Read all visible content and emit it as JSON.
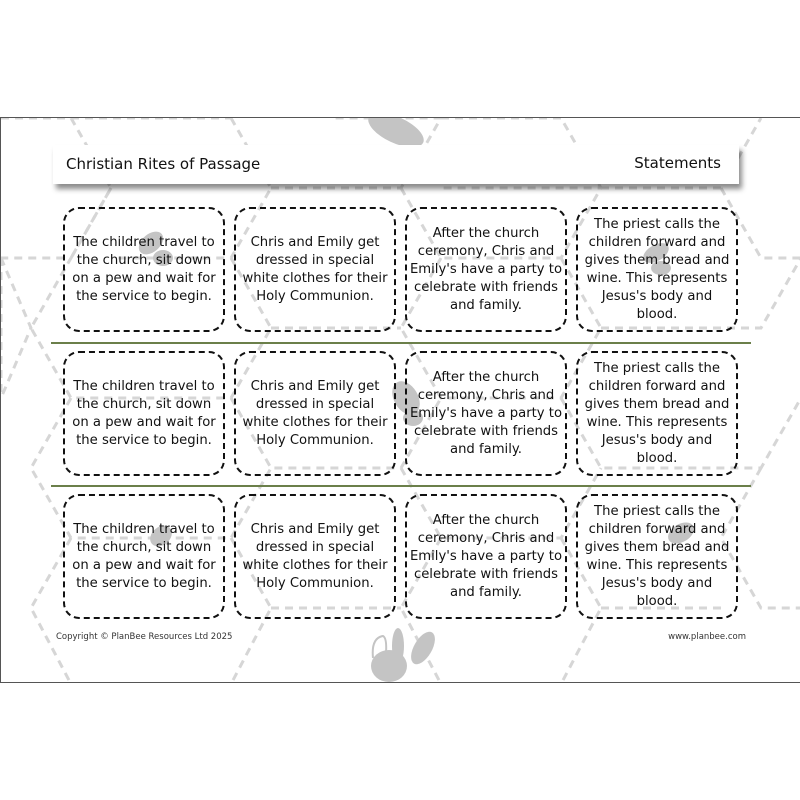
{
  "header": {
    "title": "Christian Rites of Passage",
    "subtitle": "Statements"
  },
  "rows": [
    {
      "cards": [
        "The children travel to the church, sit down on a pew and wait for the service to begin.",
        "Chris and Emily get dressed in special white clothes for their Holy Communion.",
        "After the church ceremony, Chris and Emily's have a party to celebrate with friends and family.",
        "The priest calls the children forward  and gives them bread and wine. This represents Jesus's body and blood."
      ]
    },
    {
      "cards": [
        "The children travel to the church, sit down on a pew and wait for the service to begin.",
        "Chris and Emily get dressed in special white clothes for their Holy Communion.",
        "After the church ceremony, Chris and Emily's have a party to celebrate with friends and family.",
        "The priest calls the children forward  and gives them bread and wine. This represents Jesus's body and blood."
      ]
    },
    {
      "cards": [
        "The children travel to the church, sit down on a pew and wait for the service to begin.",
        "Chris and Emily get dressed in special white clothes for their Holy Communion.",
        "After the church ceremony, Chris and Emily's have a party to celebrate with friends and family.",
        "The priest calls the children forward  and gives them bread and wine. This represents Jesus's body and blood."
      ]
    }
  ],
  "footer": {
    "copyright": "Copyright © PlanBee Resources Ltd 2025",
    "website": "www.planbee.com"
  },
  "colors": {
    "separator": "#6b7f4a",
    "card_border": "#111111",
    "watermark": "#c4c4c4"
  }
}
